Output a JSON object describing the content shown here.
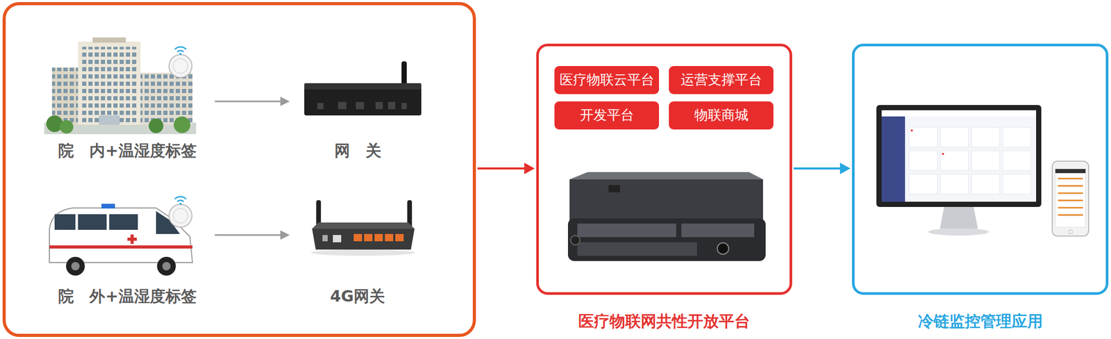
{
  "diagram": {
    "nodes": [
      {
        "text": []
      },
      {
        "text": [
          "院　内+温湿度标签"
        ],
        "in": 0
      },
      {
        "text": [
          "网　关"
        ],
        "in": 0
      },
      {
        "text": [
          "院　外+温湿度标签"
        ],
        "in": 0
      },
      {
        "text": [
          "4G网关"
        ],
        "in": 0
      },
      {
        "text": [
          "医疗物联网共性开放平台"
        ]
      },
      {
        "text": [
          "医疗物联云平台"
        ],
        "in": 5
      },
      {
        "text": [
          "运营支撑平台"
        ],
        "in": 5
      },
      {
        "text": [
          "开发平台"
        ],
        "in": 5
      },
      {
        "text": [
          "物联商城"
        ],
        "in": 5
      },
      {
        "text": [
          "冷链监控管理应用"
        ]
      }
    ],
    "edges": [
      {
        "from": 1,
        "to": 2,
        "arrow": "to"
      },
      {
        "from": 3,
        "to": 4,
        "arrow": "to"
      },
      {
        "from": 0,
        "to": 5,
        "arrow": "to"
      },
      {
        "from": 5,
        "to": 10,
        "arrow": "to"
      }
    ]
  }
}
